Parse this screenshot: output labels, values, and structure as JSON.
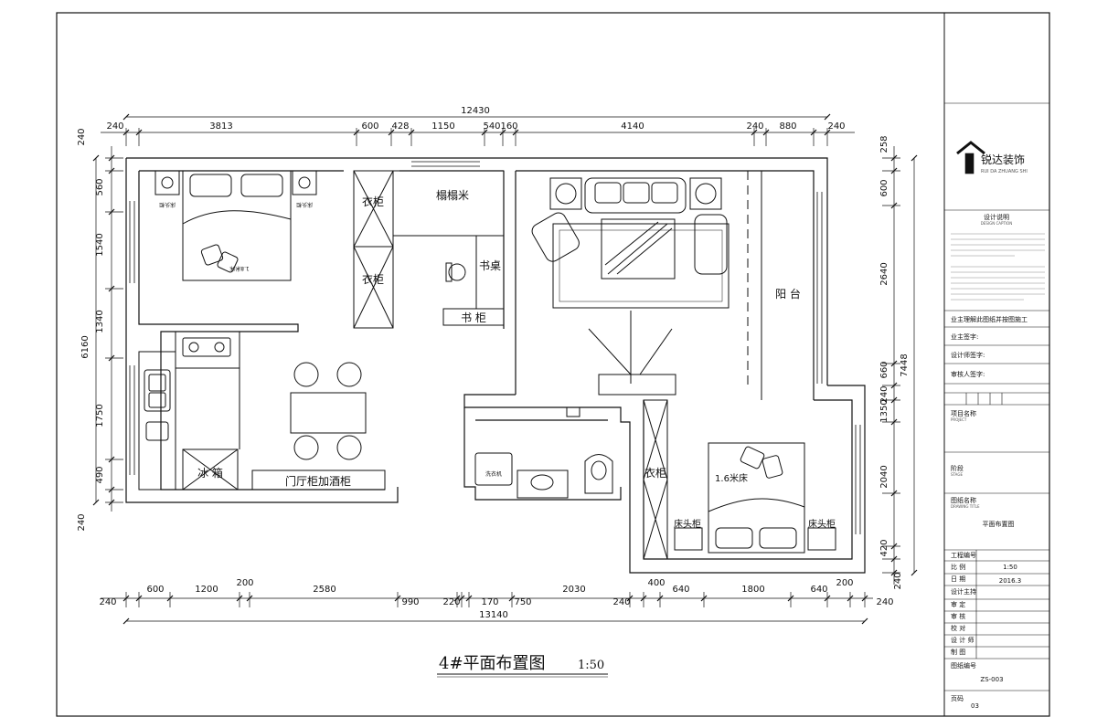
{
  "title": {
    "main": "4#平面布置图",
    "scale": "1:50"
  },
  "dims_top": {
    "overall": "12430",
    "segments": [
      "240",
      "3813",
      "600",
      "428",
      "1150",
      "540",
      "160",
      "4140",
      "240",
      "880",
      "240"
    ]
  },
  "dims_bottom": {
    "overall": "13140",
    "upper": [
      "200"
    ],
    "segments": [
      "240",
      "600",
      "1200",
      "2580",
      "990",
      "220",
      "170",
      "750",
      "2030",
      "240",
      "400",
      "640",
      "1800",
      "640",
      "200",
      "240"
    ]
  },
  "dims_left": {
    "overall": "6160",
    "segments": [
      "240",
      "560",
      "1540",
      "1340",
      "1750",
      "490",
      "240"
    ]
  },
  "dims_right": {
    "overall": "7448",
    "segments": [
      "258",
      "600",
      "2640",
      "660",
      "240",
      "1350",
      "2040",
      "420",
      "240"
    ]
  },
  "rooms": {
    "wardrobe_1": "衣柜",
    "wardrobe_2": "衣柜",
    "tatami": "榻榻米",
    "desk": "书桌",
    "bookcase": "书 柜",
    "balcony": "阳 台",
    "bed_label_1": "1.8米床",
    "bed_label_2": "1.6米床",
    "nightstand_l": "床头柜",
    "nightstand_r": "床头柜",
    "nightstand_1": "床头柜",
    "nightstand_2": "床头柜",
    "fridge": "冰  箱",
    "entry_cabinet": "门厅柜加酒柜",
    "wardrobe_3": "衣柜",
    "washer": "洗衣机"
  },
  "title_block": {
    "company": "锐达装饰",
    "company_pinyin": "RUI DA ZHUANG SHI",
    "notes_title": "设计说明",
    "notes_en_title": "DESIGN CAPTION",
    "row1": "业主理解此图纸并按图施工",
    "row2": "业主签字:",
    "row3": "设计师签字:",
    "row4": "审核人签字:",
    "project_name": "项目名称",
    "project_en": "PROJECT",
    "stage": "阶段",
    "stage_en": "STAGE",
    "drawing_name": "图纸名称",
    "drawing_name_en": "DRAWING TITLE",
    "drawing_name_value": "平面布置图",
    "project_no": "工程编号",
    "scale_label": "比  例",
    "scale_value": "1:50",
    "date_label": "日  期",
    "date_value": "2016.3",
    "design_director": "设计主持",
    "review": "审  定",
    "audit": "审  核",
    "check": "校  对",
    "designer": "设 计 师",
    "drafter": "制  图",
    "drawing_no": "图纸编号",
    "drawing_no_value": "ZS-003",
    "page": "页码",
    "page_value": "03"
  }
}
